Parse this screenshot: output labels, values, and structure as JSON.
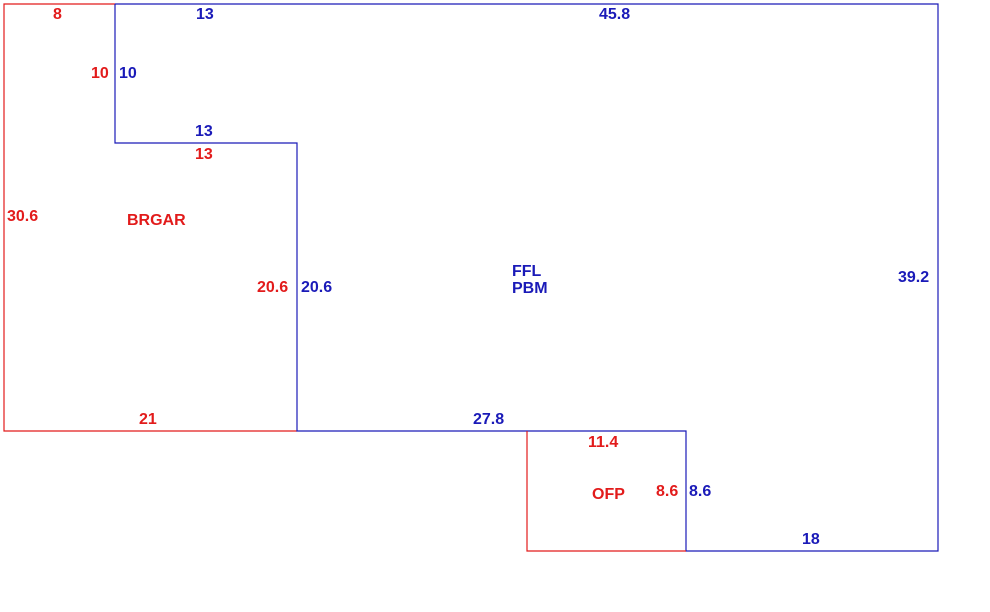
{
  "colors": {
    "secondary_area": "#e21b1b",
    "main_area": "#1a1ab8",
    "background": "#ffffff"
  },
  "areas": {
    "brgar": {
      "name": "BRGAR",
      "dimensions": {
        "top": "8",
        "right_upper": "10",
        "right_step": "13",
        "right_lower": "20.6",
        "bottom": "21",
        "left": "30.6"
      }
    },
    "main": {
      "name_line1": "FFL",
      "name_line2": "PBM",
      "dimensions": {
        "top_left": "13",
        "top": "45.8",
        "left_upper": "10",
        "step": "13",
        "left_lower": "20.6",
        "right": "39.2",
        "bottom_left": "27.8",
        "notch": "8.6",
        "bottom_right": "18"
      }
    },
    "ofp": {
      "name": "OFP",
      "dimensions": {
        "top": "11.4",
        "right": "8.6"
      }
    }
  }
}
